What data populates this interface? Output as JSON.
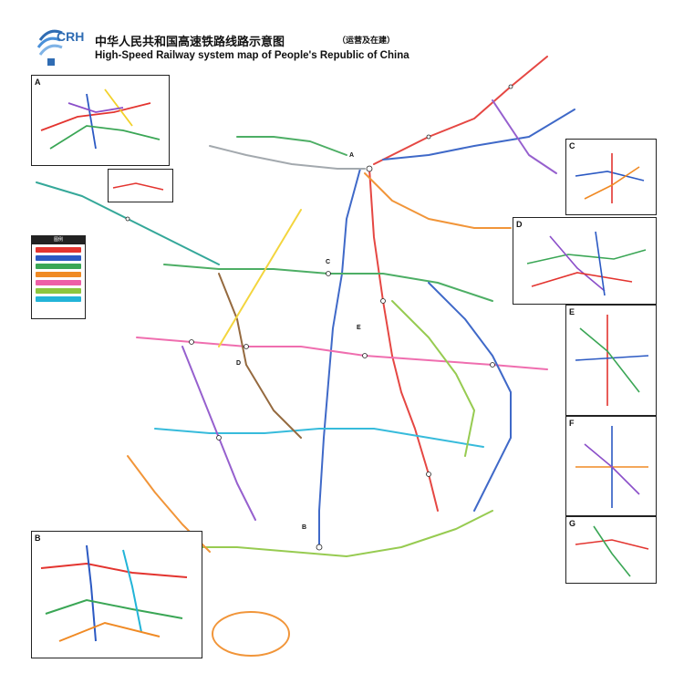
{
  "header": {
    "logo_text": "CRH",
    "title_zh": "中华人民共和国高速铁路线路示意图",
    "title_zh_sub": "（运营及在建）",
    "title_en": "High-Speed Railway system map of People's Republic of China"
  },
  "legend": {
    "title": "图例"
  },
  "insets": {
    "A": {
      "letter": "A"
    },
    "B": {
      "letter": "B"
    },
    "C": {
      "letter": "C"
    },
    "D": {
      "letter": "D"
    },
    "E": {
      "letter": "E"
    },
    "F": {
      "letter": "F"
    },
    "G": {
      "letter": "G"
    }
  },
  "map_letters": [
    "A",
    "B",
    "C",
    "D",
    "E"
  ],
  "colors": {
    "red": "#e3342f",
    "blue": "#2b59c3",
    "green": "#3aa655",
    "purple": "#8b4fc9",
    "orange": "#f08a24",
    "pink": "#ee5fa7",
    "cyan": "#22b4d8",
    "lime": "#8cc63f",
    "yellow": "#f2d12a",
    "brown": "#8a5a2b",
    "gray": "#9aa0a6",
    "teal": "#1f9e8e"
  }
}
